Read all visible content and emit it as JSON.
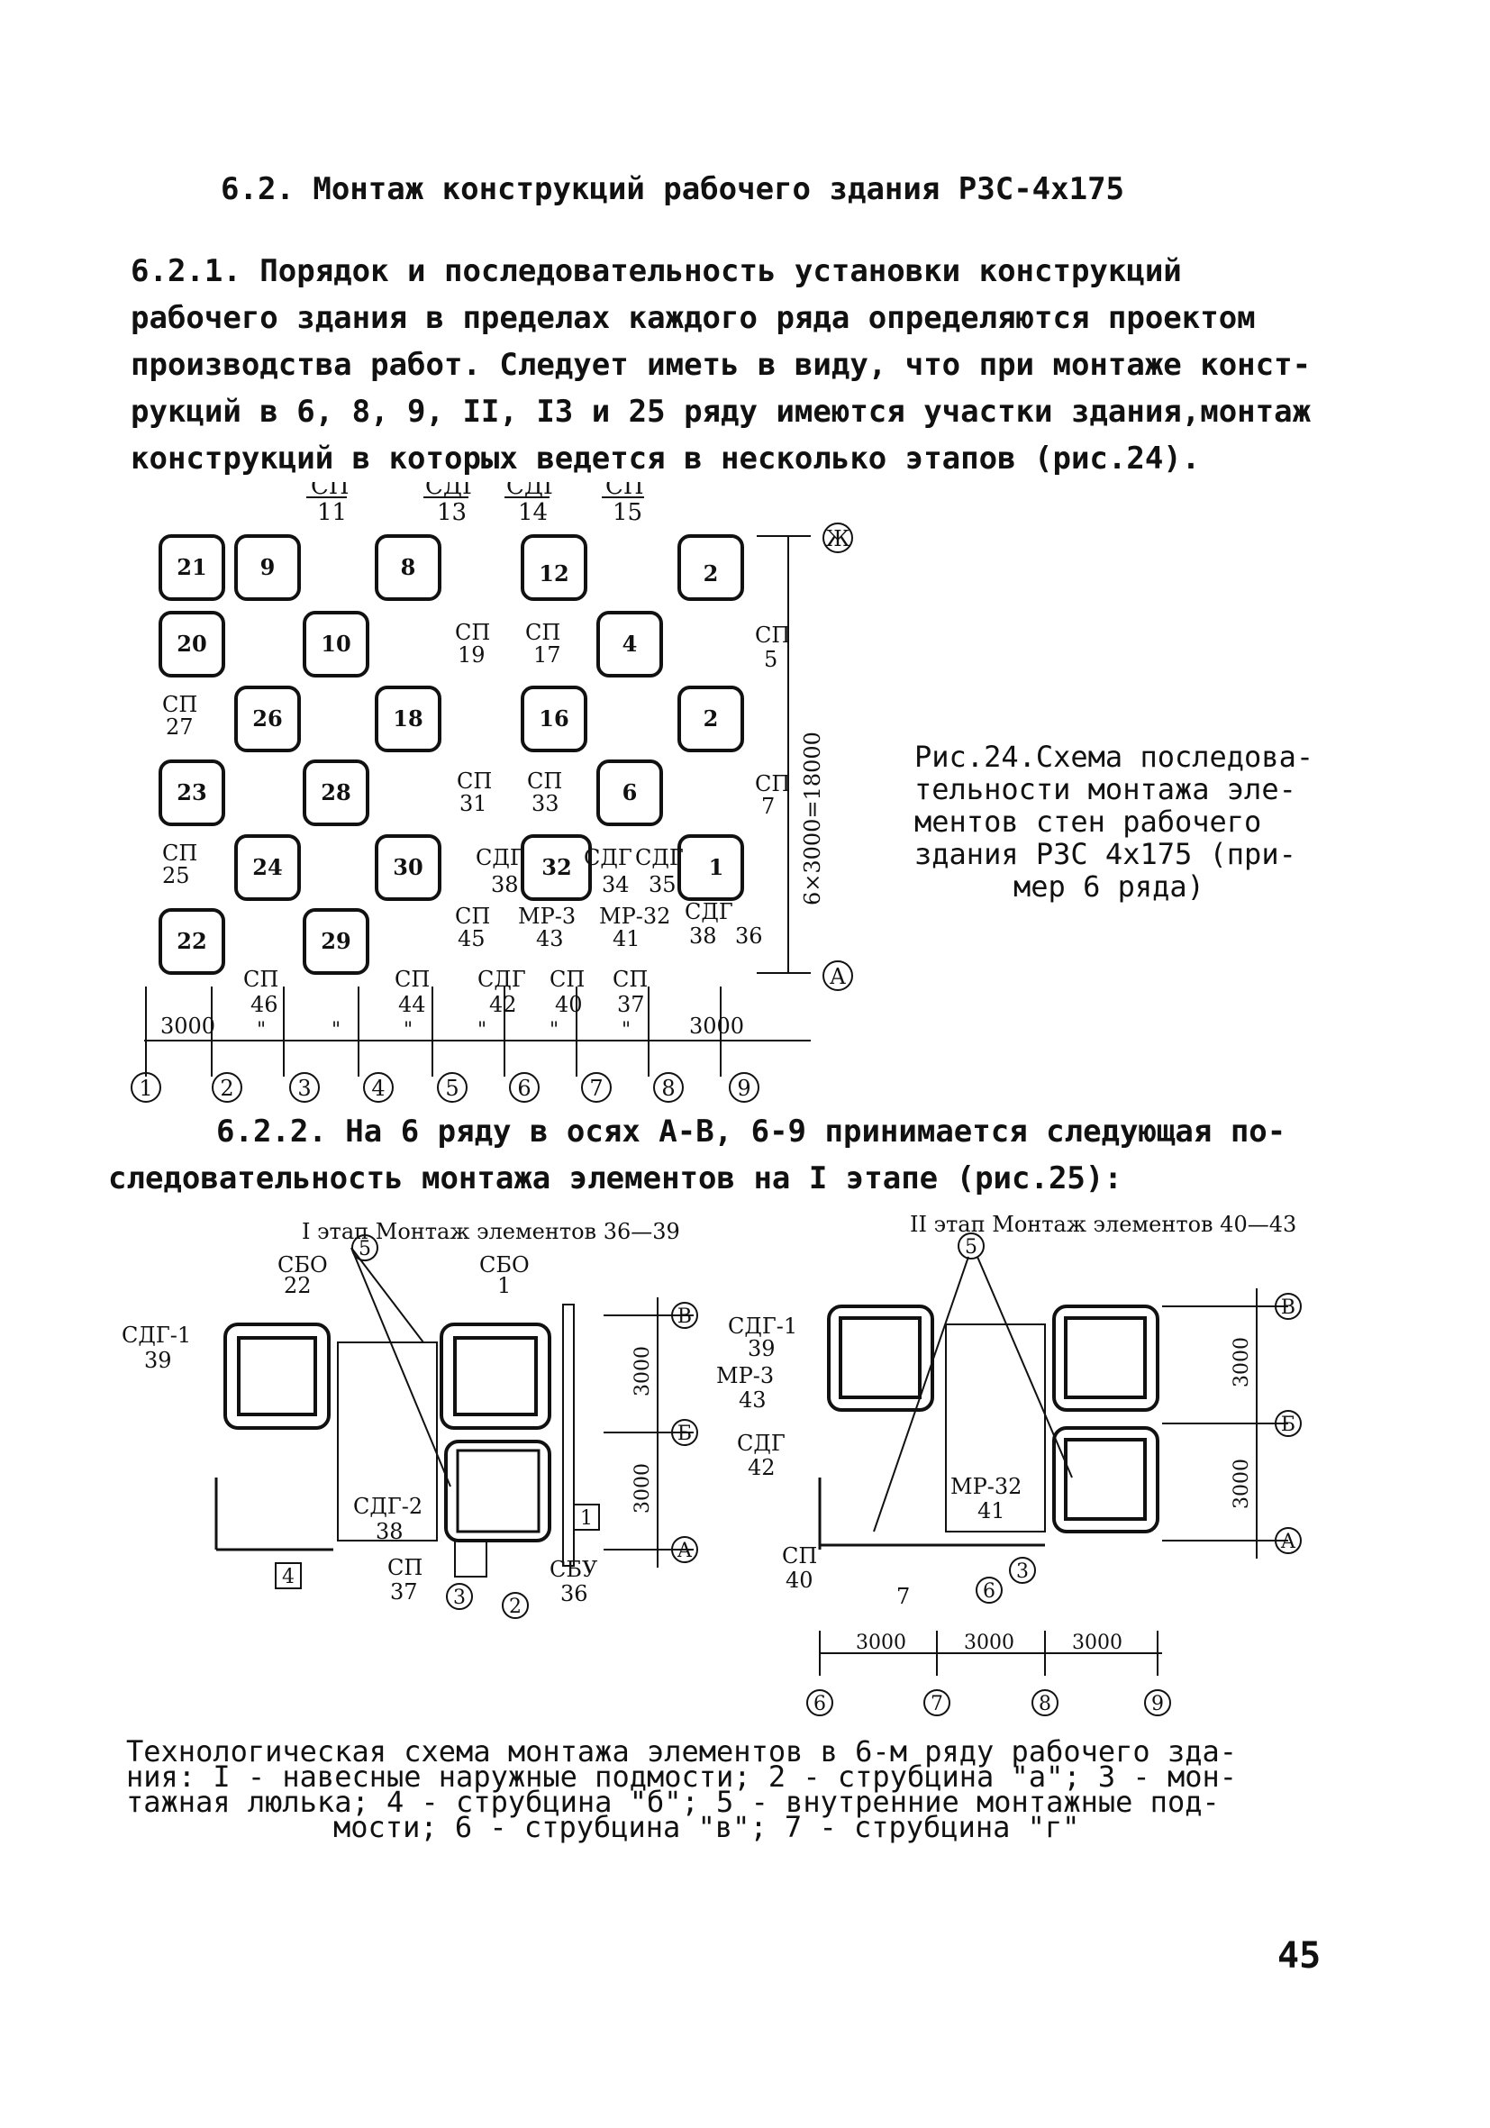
{
  "heading": "6.2. Монтаж конструкций рабочего здания РЗС-4х175",
  "para1": [
    "6.2.1. Порядок и последовательность установки конструкций",
    "рабочего здания в пределах каждого ряда определяются проектом",
    "производства работ. Следует иметь в виду, что при монтаже конст-",
    "рукций в 6, 8, 9, II, I3 и 25 ряду имеются участки здания,монтаж",
    "конструкций в которых ведется в несколько этапов  (рис.24)."
  ],
  "fig24": {
    "top_labels": [
      {
        "a": "СП",
        "b": "11"
      },
      {
        "a": "СДГ",
        "b": "13"
      },
      {
        "a": "СДГ",
        "b": "14"
      },
      {
        "a": "СП",
        "b": "15"
      }
    ],
    "cells": [
      "21",
      "9",
      "8",
      "12",
      "2",
      "20",
      "10",
      "4",
      "26",
      "18",
      "16",
      "2",
      "23",
      "28",
      "6",
      "24",
      "30",
      "32",
      "1",
      "22",
      "29"
    ],
    "labels": [
      {
        "a": "СП",
        "b": "19"
      },
      {
        "a": "СП",
        "b": "17"
      },
      {
        "a": "СП",
        "b": "5"
      },
      {
        "a": "СП",
        "b": "27"
      },
      {
        "a": "СП",
        "b": "31"
      },
      {
        "a": "СП",
        "b": "33"
      },
      {
        "a": "СП",
        "b": "7"
      },
      {
        "a": "СП",
        "b": "25"
      },
      {
        "a": "СДГ",
        "b": "38"
      },
      {
        "a": "СДГ",
        "b": "34"
      },
      {
        "a": "СДГ",
        "b": "35"
      },
      {
        "a": "СП",
        "b": "45"
      },
      {
        "a": "МР-3",
        "b": "43"
      },
      {
        "a": "МР-32",
        "b": "41"
      },
      {
        "a": "СДГ",
        "b": "38"
      },
      {
        "a": "СП",
        "b": "46"
      },
      {
        "a": "СП",
        "b": "44"
      },
      {
        "a": "СДГ",
        "b": "42"
      },
      {
        "a": "СП",
        "b": "40"
      },
      {
        "a": "СП",
        "b": "37"
      }
    ],
    "side_num": "36",
    "dims": [
      "3000",
      "3000"
    ],
    "ditto": [
      "\"",
      "\"",
      "\"",
      "\"",
      "\"",
      "\""
    ],
    "axes": [
      "1",
      "2",
      "3",
      "4",
      "5",
      "6",
      "7",
      "8",
      "9"
    ],
    "row_axes": [
      "Ж",
      "А"
    ],
    "vertical_dim": "6×3000=18000",
    "caption": [
      "Рис.24.Схема последова-",
      "тельности монтажа эле-",
      "ментов стен рабочего",
      "здания РЗС 4х175 (при-",
      "мер 6 ряда)"
    ]
  },
  "para2": [
    "6.2.2. На 6 ряду в осях А-В, 6-9 принимается следующая по-",
    "следовательность монтажа элементов на I этапе (рис.25):"
  ],
  "fig25": {
    "left_title": "I этап Монтаж элементов 36—39",
    "right_title": "II этап Монтаж элементов 40—43",
    "left_labels": [
      {
        "a": "СБО",
        "b": "22"
      },
      {
        "a": "СБО",
        "b": "1"
      },
      {
        "a": "СДГ-1",
        "b": "39"
      },
      {
        "a": "СДГ-2",
        "b": "38"
      },
      {
        "a": "СП",
        "b": "37"
      },
      {
        "a": "СБУ",
        "b": "36"
      }
    ],
    "left_markers": [
      "5",
      "4",
      "3",
      "2",
      "1"
    ],
    "left_dims": [
      "3000",
      "3000"
    ],
    "left_axes": [
      "В",
      "Б",
      "А"
    ],
    "right_labels": [
      {
        "a": "СДГ-1",
        "b": "39"
      },
      {
        "a": "МР-3",
        "b": "43"
      },
      {
        "a": "СДГ",
        "b": "42"
      },
      {
        "a": "СП",
        "b": "40"
      },
      {
        "a": "МР-32",
        "b": "41"
      }
    ],
    "right_markers": [
      "5",
      "3",
      "6"
    ],
    "right_seven": "7",
    "right_dims_v": [
      "3000",
      "3000"
    ],
    "right_axes_v": [
      "В",
      "Б",
      "А"
    ],
    "right_dims_h": [
      "3000",
      "3000",
      "3000"
    ],
    "right_axes_h": [
      "6",
      "7",
      "8",
      "9"
    ]
  },
  "caption25": [
    "Технологическая схема монтажа элементов в 6-м ряду рабочего зда-",
    "ния: I - навесные наружные подмости; 2 - струбцина \"а\"; 3 - мон-",
    "тажная люлька; 4 - струбцина \"б\"; 5 - внутренние монтажные под-",
    "мости; 6 - струбцина \"в\"; 7 - струбцина \"г\""
  ],
  "page_number": "45"
}
